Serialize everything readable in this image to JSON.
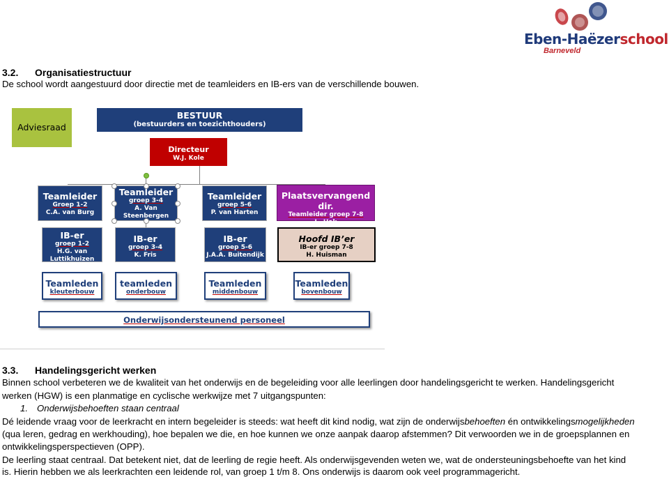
{
  "logo": {
    "name_part1": "Eben-Haëzer",
    "name_part2": "school",
    "place": "Barneveld"
  },
  "section1": {
    "heading_num": "3.2.",
    "heading_text": "Organisatiestructuur",
    "intro": "De school wordt aangestuurd door directie met de teamleiders en IB-ers van de verschillende bouwen."
  },
  "org": {
    "adviesraad": "Adviesraad",
    "bestuur_title": "BESTUUR",
    "bestuur_sub": "(bestuurders en toezichthouders)",
    "directeur_title": "Directeur",
    "directeur_name": "W.J. Kole",
    "tl1": {
      "title": "Teamleider",
      "l1": "Groep 1-2",
      "l2": "C.A. van Burg"
    },
    "tl2": {
      "title": "Teamleider",
      "l1": "groep 3-4",
      "l2": "A. Van",
      "l3": "Steenbergen"
    },
    "tl3": {
      "title": "Teamleider",
      "l1": "groep 5-6",
      "l2": "P. van Harten"
    },
    "pv": {
      "title": "Plaatsvervangend dir.",
      "l1": "Teamleider groep 7-8",
      "l2": "L. Hak"
    },
    "ib1": {
      "title": "IB-er",
      "l1": "groep 1-2",
      "l2": "H.G. van",
      "l3": "Luttikhuizen"
    },
    "ib2": {
      "title": "IB-er",
      "l1": "groep 3-4",
      "l2": "K. Fris"
    },
    "ib3": {
      "title": "IB-er",
      "l1": "groep 5-6",
      "l2": "J.A.A. Buitendijk"
    },
    "hib": {
      "title": "Hoofd IB’er",
      "l1": "IB-er groep 7-8",
      "l2": "H. Huisman"
    },
    "tm1": {
      "title": "Teamleden",
      "sub": "kleuterbouw"
    },
    "tm2": {
      "title": "teamleden",
      "sub": "onderbouw"
    },
    "tm3": {
      "title": "Teamleden",
      "sub": "middenbouw"
    },
    "tm4": {
      "title": "Teamleden",
      "sub": "bovenbouw"
    },
    "onderwijs": "Onderwijsondersteunend personeel"
  },
  "section2": {
    "heading_num": "3.3.",
    "heading_text": "Handelingsgericht werken",
    "p1_l1": "Binnen school verbeteren we de kwaliteit van het onderwijs en de begeleiding voor alle leerlingen door handelingsgericht te werken. Handelingsgericht",
    "p1_l2": "werken (HGW) is een planmatige en cyclische werkwijze met 7 uitgangspunten:",
    "list_num": "1.",
    "list_text": "Onderwijsbehoeften staan centraal",
    "p2_a": "Dé leidende vraag voor de leerkracht en intern begeleider is steeds: wat heeft dit kind nodig, wat zijn de onderwijs",
    "p2_b": "behoeften",
    "p2_c": " én ontwikkelings",
    "p2_d": "mogelijkheden",
    "p2_l2": "(qua leren, gedrag en werkhouding), hoe bepalen we die, en hoe kunnen we onze aanpak daarop afstemmen? Dit verwoorden we in de groepsplannen en",
    "p2_l3": "ontwikkelingsperspectieven (OPP).",
    "p3_l1": "De leerling staat centraal. Dat betekent niet, dat de leerling de regie heeft. Als onderwijsgevenden weten we, wat de ondersteuningsbehoefte van het kind",
    "p3_l2": "is. Hierin hebben we als leerkrachten een leidende rol, van groep 1 t/m 8. Ons onderwijs is daarom ook veel programmagericht."
  },
  "colors": {
    "navy": "#1f3f7a",
    "red": "#c00000",
    "green": "#a9c23f",
    "purple": "#9b1fa3",
    "pink": "#e6d0c4"
  }
}
